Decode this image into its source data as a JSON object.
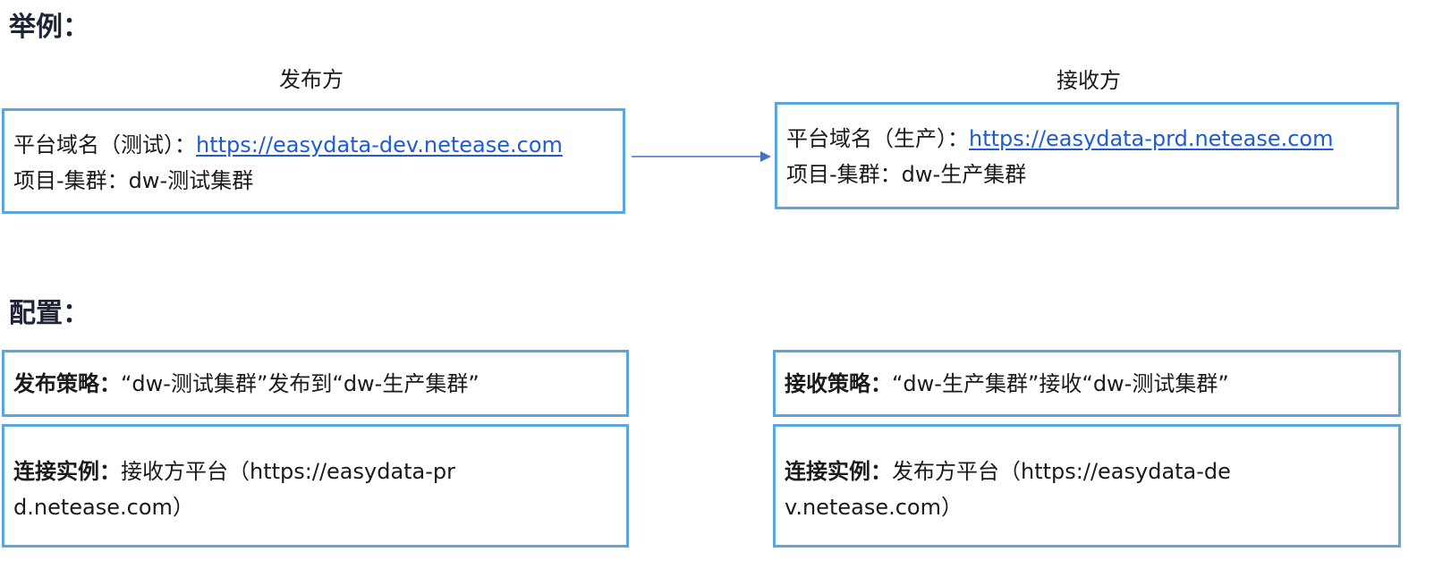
{
  "example_heading": "举例：",
  "config_heading": "配置：",
  "publisher": {
    "title": "发布方",
    "domain_label": "平台域名（测试）：",
    "domain_url": "https://easydata-dev.netease.com",
    "cluster_label": "项目-集群：",
    "cluster_value": "dw-测试集群"
  },
  "receiver": {
    "title": "接收方",
    "domain_label": "平台域名（生产）：",
    "domain_url": "https://easydata-prd.netease.com",
    "cluster_label": "项目-集群：",
    "cluster_value": "dw-生产集群"
  },
  "publish_strategy": {
    "label": "发布策略：",
    "value": "“dw-测试集群”发布到“dw-生产集群”"
  },
  "receive_strategy": {
    "label": "接收策略：",
    "value": "“dw-生产集群”接收“dw-测试集群”"
  },
  "publisher_connection": {
    "label": "连接实例：",
    "value": "接收方平台（https://easydata-prd.netease.com）"
  },
  "receiver_connection": {
    "label": "连接实例：",
    "value": "发布方平台（https://easydata-dev.netease.com）"
  },
  "colors": {
    "box_border": "#5aa6dd",
    "link": "#1f5bd6",
    "arrow": "#4a6fc7",
    "heading": "#1f2535"
  }
}
